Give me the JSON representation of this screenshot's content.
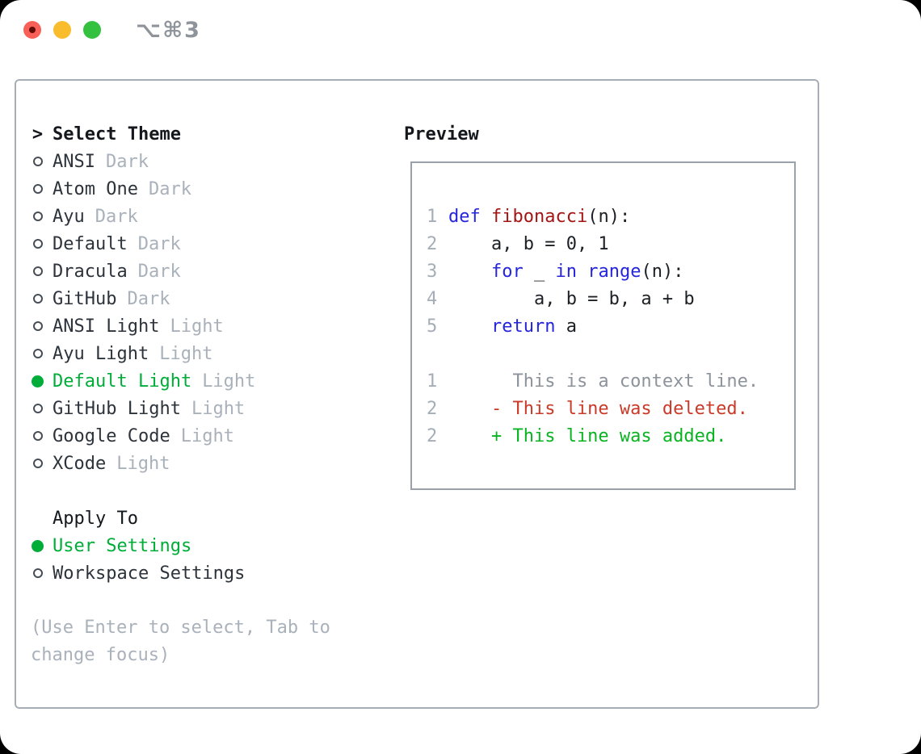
{
  "titlebar": {
    "shortcut": "⌥⌘3"
  },
  "colors": {
    "selection_green": "#00ad38",
    "added_green": "#0bb322",
    "deleted_red": "#c93a28",
    "keyword_blue": "#2525dc",
    "function_red": "#a31515",
    "traffic_red": "#f96057",
    "traffic_yellow": "#f8bc2c",
    "traffic_green": "#35c140"
  },
  "sidebar": {
    "prompt": ">",
    "title": "Select Theme",
    "themes": [
      {
        "name": "ANSI",
        "variant": "Dark",
        "selected": false
      },
      {
        "name": "Atom One",
        "variant": "Dark",
        "selected": false
      },
      {
        "name": "Ayu",
        "variant": "Dark",
        "selected": false
      },
      {
        "name": "Default",
        "variant": "Dark",
        "selected": false
      },
      {
        "name": "Dracula",
        "variant": "Dark",
        "selected": false
      },
      {
        "name": "GitHub",
        "variant": "Dark",
        "selected": false
      },
      {
        "name": "ANSI Light",
        "variant": "Light",
        "selected": false
      },
      {
        "name": "Ayu Light",
        "variant": "Light",
        "selected": false
      },
      {
        "name": "Default Light",
        "variant": "Light",
        "selected": true
      },
      {
        "name": "GitHub Light",
        "variant": "Light",
        "selected": false
      },
      {
        "name": "Google Code",
        "variant": "Light",
        "selected": false
      },
      {
        "name": "XCode",
        "variant": "Light",
        "selected": false
      }
    ],
    "apply_header": "Apply To",
    "apply_options": [
      {
        "label": "User Settings",
        "selected": true
      },
      {
        "label": "Workspace Settings",
        "selected": false
      }
    ],
    "hint_lines": [
      "(Use Enter to select, Tab to",
      "change focus)"
    ]
  },
  "preview": {
    "label": "Preview",
    "code_lines": [
      {
        "num": "1",
        "segments": [
          {
            "t": "def",
            "c": "kw"
          },
          {
            "t": " ",
            "c": "plain"
          },
          {
            "t": "fibonacci",
            "c": "fn"
          },
          {
            "t": "(n):",
            "c": "plain"
          }
        ]
      },
      {
        "num": "2",
        "segments": [
          {
            "t": "    a, b = 0, 1",
            "c": "plain"
          }
        ]
      },
      {
        "num": "3",
        "segments": [
          {
            "t": "    ",
            "c": "plain"
          },
          {
            "t": "for",
            "c": "kw"
          },
          {
            "t": " _ ",
            "c": "plain"
          },
          {
            "t": "in",
            "c": "kw"
          },
          {
            "t": " ",
            "c": "plain"
          },
          {
            "t": "range",
            "c": "kw"
          },
          {
            "t": "(n):",
            "c": "plain"
          }
        ]
      },
      {
        "num": "4",
        "segments": [
          {
            "t": "        a, b = b, a + b",
            "c": "plain"
          }
        ]
      },
      {
        "num": "5",
        "segments": [
          {
            "t": "    ",
            "c": "plain"
          },
          {
            "t": "return",
            "c": "kw"
          },
          {
            "t": " a",
            "c": "plain"
          }
        ]
      },
      {
        "num": "",
        "segments": []
      },
      {
        "num": "1",
        "segments": [
          {
            "t": "      This is a context line.",
            "c": "ctx"
          }
        ]
      },
      {
        "num": "2",
        "segments": [
          {
            "t": "    - This line was deleted.",
            "c": "del"
          }
        ]
      },
      {
        "num": "2",
        "segments": [
          {
            "t": "    + This line was added.",
            "c": "add"
          }
        ]
      }
    ]
  }
}
